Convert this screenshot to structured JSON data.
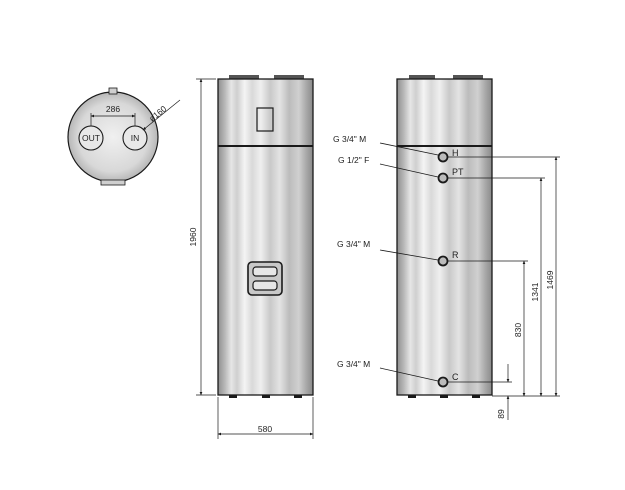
{
  "top_view": {
    "port_spacing": "286",
    "diameter": "ø160",
    "out_label": "OUT",
    "in_label": "IN"
  },
  "front_view": {
    "height": "1960",
    "width": "580"
  },
  "side_view": {
    "connections": [
      {
        "thread": "G 3/4\" M",
        "code": "H"
      },
      {
        "thread": "G 1/2\" F",
        "code": "PT"
      },
      {
        "thread": "G 3/4\" M",
        "code": "R"
      },
      {
        "thread": "G 3/4\" M",
        "code": "C"
      }
    ],
    "dimensions": {
      "h": "1469",
      "pt": "1341",
      "r": "830",
      "c": "89"
    }
  },
  "colors": {
    "line": "#1a1a1a",
    "body_light": "#f2f2f2",
    "body_dark": "#9a9a9a"
  }
}
